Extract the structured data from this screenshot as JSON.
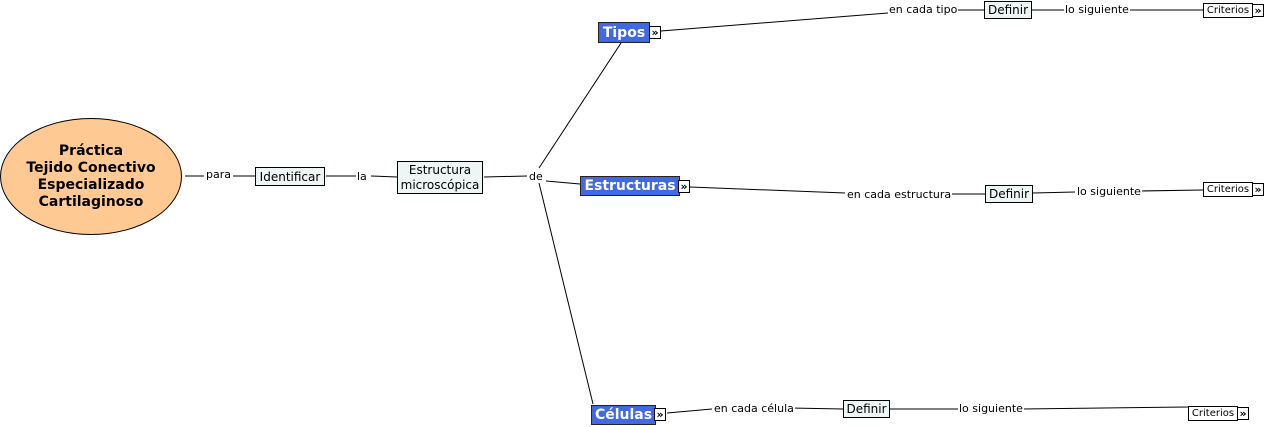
{
  "root": {
    "lines": [
      "Práctica",
      "Tejido Conectivo",
      "Especializado",
      "Cartilaginoso"
    ]
  },
  "nodes": {
    "identificar": "Identificar",
    "estructura": [
      "Estructura",
      "microscópica"
    ],
    "tipos": "Tipos",
    "estructuras": "Estructuras",
    "celulas": "Células",
    "definir": "Definir",
    "criterios": "Criterios"
  },
  "links": {
    "para": "para",
    "la": "la",
    "de": "de",
    "en_cada_tipo": "en cada tipo",
    "en_cada_estructura": "en cada estructura",
    "en_cada_celula": "en cada célula",
    "lo_siguiente": "lo siguiente"
  },
  "icons": {
    "expand": "double-chevron-right-icon"
  },
  "colors": {
    "root_fill": "#ffc993",
    "concept_blue": "#4169e6",
    "box_fill": "#eef5f5"
  }
}
